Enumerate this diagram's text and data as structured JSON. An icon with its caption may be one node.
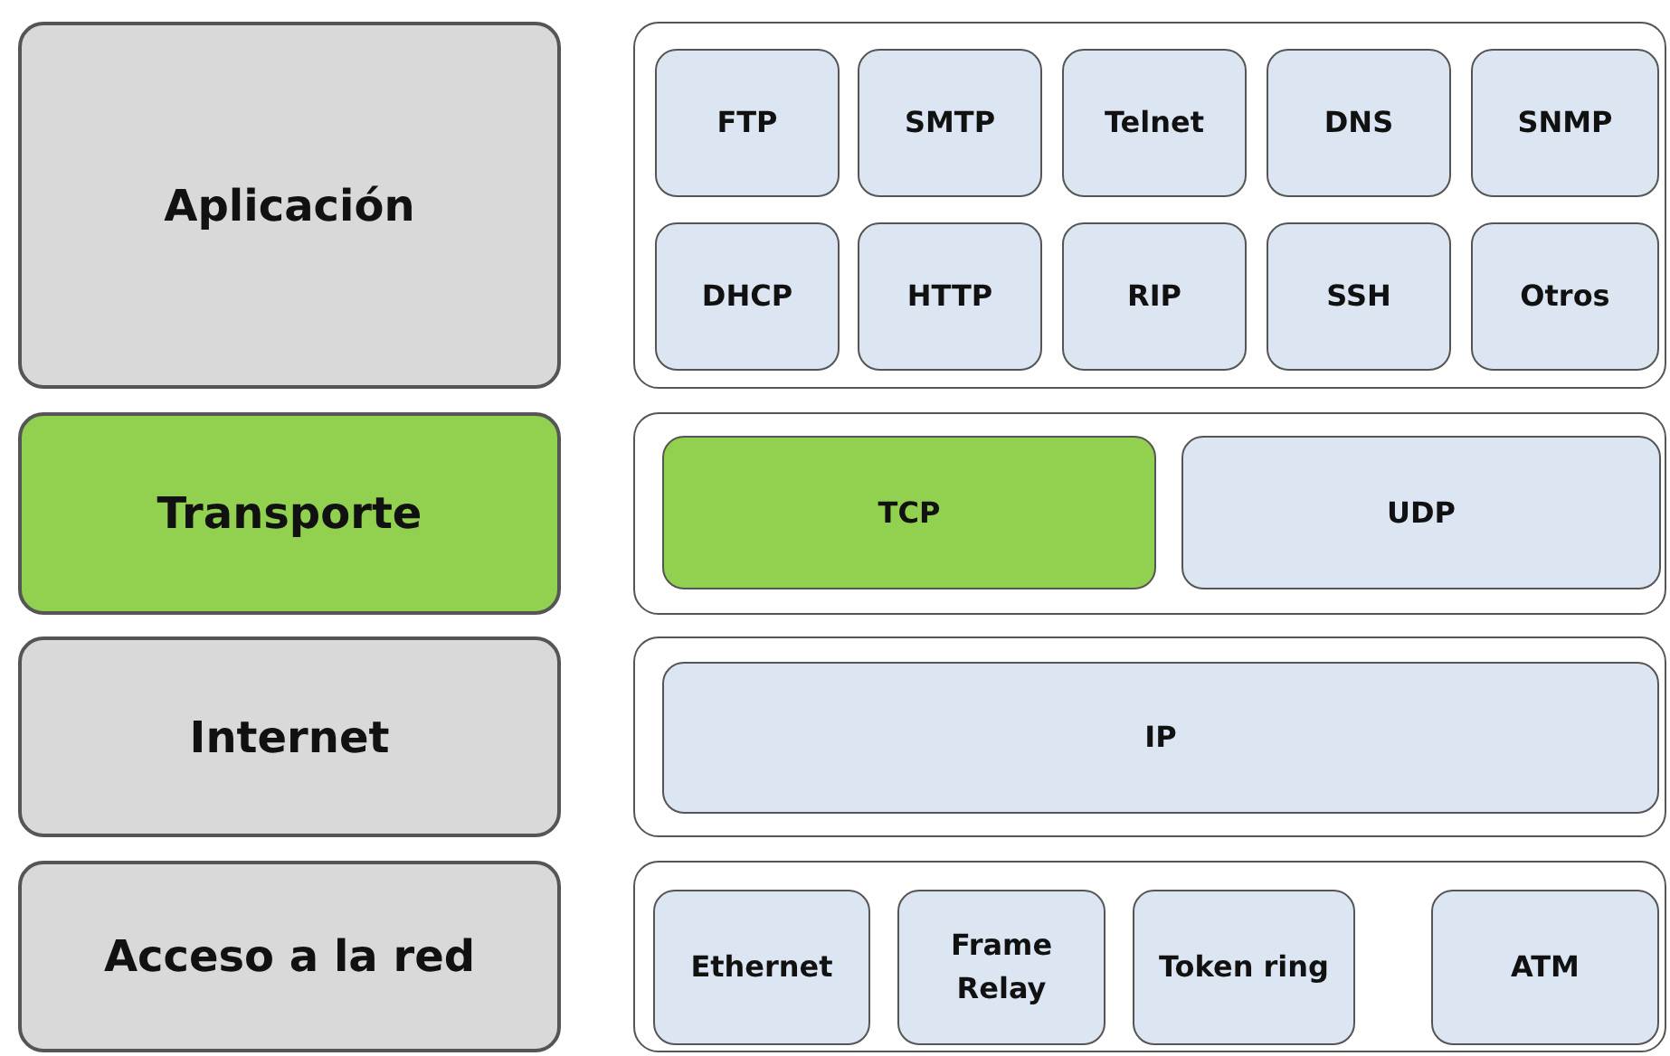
{
  "diagram": {
    "nodes": [
      {
        "text": [
          "Aplicación"
        ]
      },
      {
        "text": [],
        "shape": "box"
      },
      {
        "text": [
          "FTP"
        ],
        "in": 1
      },
      {
        "text": [
          "SMTP"
        ],
        "in": 1
      },
      {
        "text": [
          "Telnet"
        ],
        "in": 1
      },
      {
        "text": [
          "DNS"
        ],
        "in": 1
      },
      {
        "text": [
          "SNMP"
        ],
        "in": 1
      },
      {
        "text": [
          "DHCP"
        ],
        "in": 1
      },
      {
        "text": [
          "HTTP"
        ],
        "in": 1
      },
      {
        "text": [
          "RIP"
        ],
        "in": 1
      },
      {
        "text": [
          "SSH"
        ],
        "in": 1
      },
      {
        "text": [
          "Otros"
        ],
        "in": 1
      },
      {
        "text": [
          "Transporte"
        ]
      },
      {
        "text": [],
        "shape": "box"
      },
      {
        "text": [
          "TCP"
        ],
        "in": 13
      },
      {
        "text": [
          "UDP"
        ],
        "in": 13
      },
      {
        "text": [
          "Internet"
        ]
      },
      {
        "text": [],
        "shape": "box"
      },
      {
        "text": [
          "IP"
        ],
        "in": 17
      },
      {
        "text": [
          "Acceso a la red"
        ]
      },
      {
        "text": [],
        "shape": "box"
      },
      {
        "text": [
          "Ethernet"
        ],
        "in": 20
      },
      {
        "text": [
          "Frame Relay"
        ],
        "in": 20
      },
      {
        "text": [
          "Token ring"
        ],
        "in": 20
      },
      {
        "text": [
          "ATM"
        ],
        "in": 20
      }
    ],
    "edges": []
  }
}
